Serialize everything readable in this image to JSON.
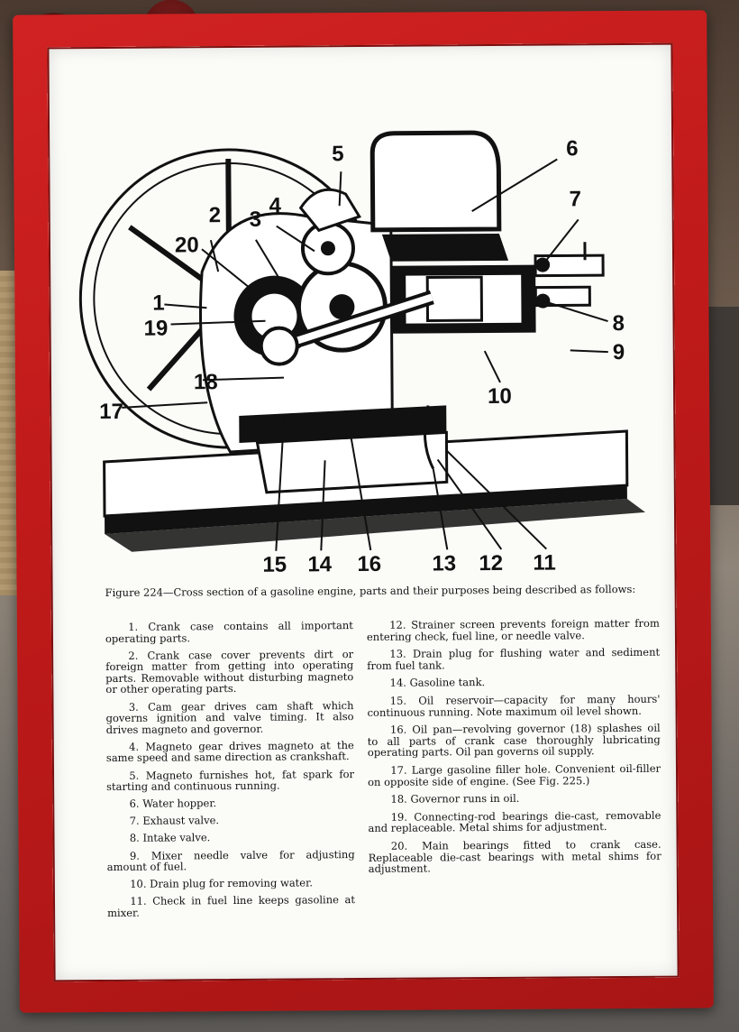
{
  "diagram": {
    "callouts": [
      "1",
      "2",
      "3",
      "4",
      "5",
      "6",
      "7",
      "8",
      "9",
      "10",
      "11",
      "12",
      "13",
      "14",
      "15",
      "16",
      "17",
      "18",
      "19",
      "20"
    ]
  },
  "caption": "Figure 224—Cross section of a gasoline engine, parts and their purposes being described as follows:",
  "parts_left": [
    "1. Crank case contains all important operating parts.",
    "2. Crank case cover prevents dirt or foreign matter from getting into operating parts. Removable without disturbing magneto or other operating parts.",
    "3. Cam gear drives cam shaft which governs ignition and valve timing. It also drives magneto and governor.",
    "4. Magneto gear drives magneto at the same speed and same direction as crankshaft.",
    "5. Magneto furnishes hot, fat spark for starting and continuous running.",
    "6. Water hopper.",
    "7. Exhaust valve.",
    "8. Intake valve.",
    "9. Mixer needle valve for adjusting amount of fuel.",
    "10. Drain plug for removing water.",
    "11. Check in fuel line keeps gasoline at mixer."
  ],
  "parts_right": [
    "12. Strainer screen prevents foreign matter from entering check, fuel line, or needle valve.",
    "13. Drain plug for flushing water and sediment from fuel tank.",
    "14. Gasoline tank.",
    "15. Oil reservoir—capacity for many hours' continuous running. Note maximum oil level shown.",
    "16. Oil pan—revolving governor (18) splashes oil to all parts of crank case thoroughly lubricating operating parts. Oil pan governs oil supply.",
    "17. Large gasoline filler hole. Convenient oil-filler on opposite side of engine. (See Fig. 225.)",
    "18. Governor runs in oil.",
    "19. Connecting-rod bearings die-cast, removable and replaceable. Metal shims for adjustment.",
    "20. Main bearings fitted to crank case. Replaceable die-cast bearings with metal shims for adjustment."
  ]
}
